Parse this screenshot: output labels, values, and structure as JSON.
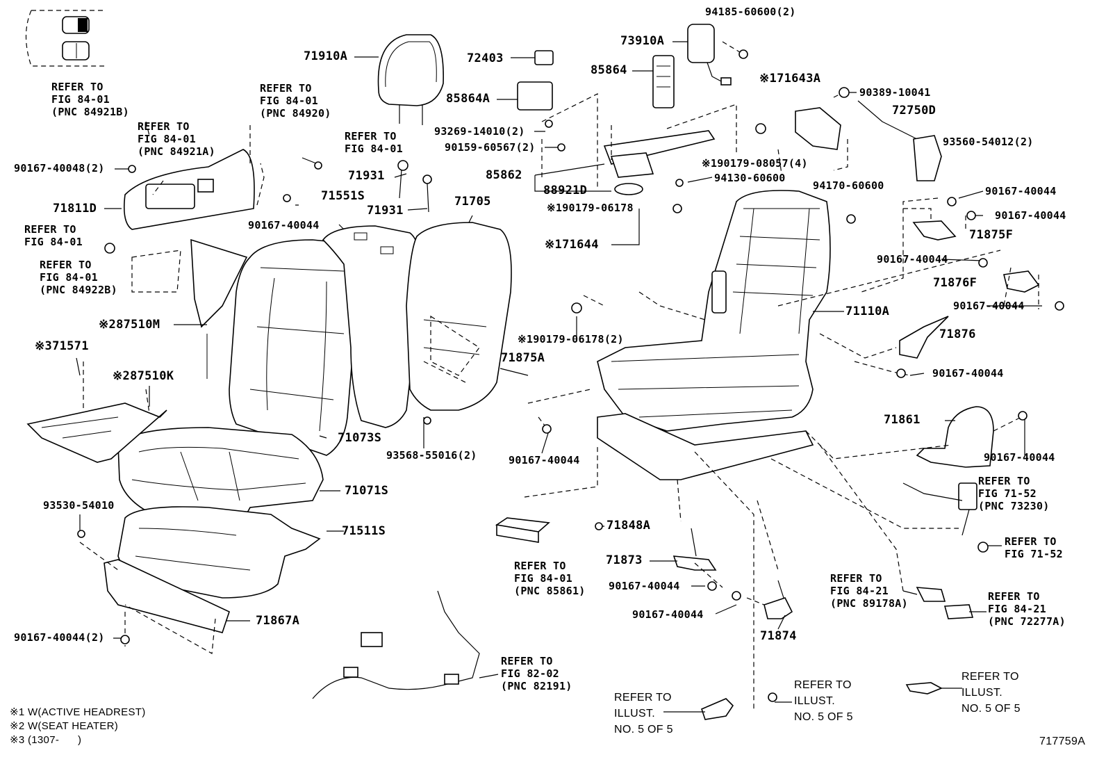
{
  "diagram_id": "717759A",
  "notes": {
    "n1": "※1 W(ACTIVE HEADREST)",
    "n2": "※2 W(SEAT HEATER)",
    "n3": "※3 (1307-      )"
  },
  "labels": {
    "p71910A": "71910A",
    "p72403": "72403",
    "p85864A": "85864A",
    "p93269": "93269-14010(2)",
    "p90159": "90159-60567(2)",
    "p85862": "85862",
    "p88921D": "88921D",
    "p73910A": "73910A",
    "p85864": "85864",
    "p94185": "94185-60600(2)",
    "p71643A": "※171643A",
    "p90389": "90389-10041",
    "p72750D": "72750D",
    "p93560": "93560-54012(2)",
    "p90179_08057": "※190179-08057(4)",
    "p94130": "94130-60600",
    "p94170": "94170-60600",
    "p90167_r1": "90167-40044",
    "p90167_r2": "90167-40044",
    "p71875F": "71875F",
    "p90167_r3": "90167-40044",
    "p71876F": "71876F",
    "p90167_r4": "90167-40044",
    "p71110A": "71110A",
    "p71876": "71876",
    "p90167_r5": "90167-40044",
    "p71861": "71861",
    "p90167_r6": "90167-40044",
    "p90179_06178": "※190179-06178",
    "p71644": "※171644",
    "p90179_06178_2": "※190179-06178(2)",
    "p71875A": "71875A",
    "p90167_m1": "90167-40044",
    "p71931a": "71931",
    "p71931b": "71931",
    "p71551S": "71551S",
    "p71705": "71705",
    "p71073S": "71073S",
    "p93568": "93568-55016(2)",
    "p71071S": "71071S",
    "p71511S": "71511S",
    "p71867A": "71867A",
    "p90167_bl": "90167-40044(2)",
    "p93530": "93530-54010",
    "p87510M": "※287510M",
    "p71571": "※371571",
    "p87510K": "※287510K",
    "p71811D": "71811D",
    "p90167_48": "90167-40048(2)",
    "p90167_l1": "90167-40044",
    "p71848A": "71848A",
    "p71873": "71873",
    "p90167_c1": "90167-40044",
    "p90167_c2": "90167-40044",
    "p71874": "71874"
  },
  "refs": {
    "r1": "REFER TO\nFIG 84-01\n(PNC 84921B)",
    "r2": "REFER TO\nFIG 84-01\n(PNC 84921A)",
    "r3": "REFER TO\nFIG 84-01\n(PNC 84920)",
    "r4": "REFER TO\nFIG 84-01",
    "r5": "REFER TO\nFIG 84-01",
    "r6": "REFER TO\nFIG 84-01\n(PNC 84922B)",
    "r7": "REFER TO\nFIG 84-01\n(PNC 85861)",
    "r8": "REFER TO\nFIG 82-02\n(PNC 82191)",
    "r9": "REFER TO\nFIG 71-52\n(PNC 73230)",
    "r10": "REFER TO\nFIG 71-52",
    "r11": "REFER TO\nFIG 84-21\n(PNC 89178A)",
    "r12": "REFER TO\nFIG 84-21\n(PNC 72277A)",
    "r13": "REFER TO\nILLUST.\nNO. 5 OF 5",
    "r14": "REFER TO\nILLUST.\nNO. 5 OF 5",
    "r15": "REFER TO\nILLUST.\nNO. 5 OF 5"
  }
}
